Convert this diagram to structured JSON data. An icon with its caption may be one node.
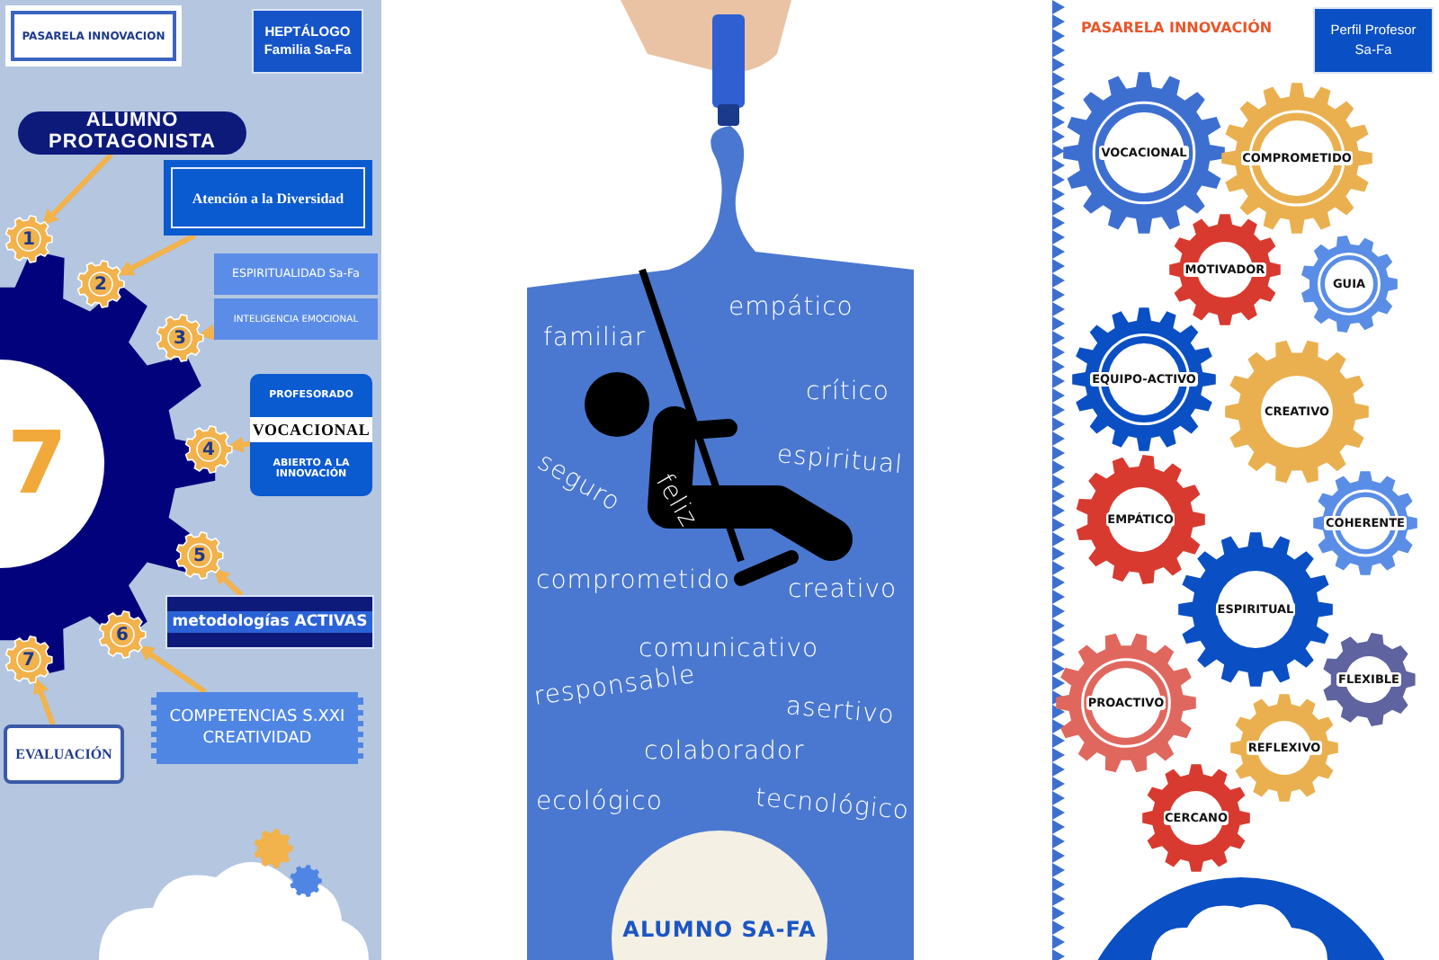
{
  "diagram": {
    "nodes": [
      {
        "text": [
          "PASARELA INNOVACION"
        ]
      },
      {
        "text": [
          "HEPTÁLOGO Familia Sa-Fa"
        ]
      },
      {
        "text": [
          "ALUMNO PROTAGONISTA"
        ]
      },
      {
        "text": [
          "Atención a la Diversidad"
        ]
      },
      {
        "text": [
          "1"
        ]
      },
      {
        "text": [
          "2"
        ]
      },
      {
        "text": [
          "ESPIRITUALIDAD Sa-Fa"
        ]
      },
      {
        "text": [
          "INTELIGENCIA EMOCIONAL"
        ]
      },
      {
        "text": [
          "3"
        ]
      },
      {
        "text": [
          "7"
        ]
      },
      {
        "text": [
          "PROFESORADO",
          "VOCACIONAL",
          "ABIERTO A LA INNOVACIÓN"
        ]
      },
      {
        "text": [
          "4"
        ]
      },
      {
        "text": [
          "5"
        ]
      },
      {
        "text": [
          "metodologías ACTIVAS"
        ]
      },
      {
        "text": [
          "6"
        ]
      },
      {
        "text": [
          "7"
        ]
      },
      {
        "text": [
          "COMPETENCIAS S.XXI CREATIVIDAD"
        ]
      },
      {
        "text": [
          "EVALUACIÓN"
        ]
      },
      {
        "text": [
          "ALUMNO SA-FA"
        ]
      },
      {
        "text": [
          "Perfil Profesor Sa-Fa"
        ]
      },
      {
        "text": [
          "VOCACIONAL"
        ]
      },
      {
        "text": [
          "COMPROMETIDO"
        ]
      },
      {
        "text": [
          "MOTIVADOR"
        ]
      },
      {
        "text": [
          "GUIA"
        ]
      },
      {
        "text": [
          "EQUIPO-ACTIVO"
        ]
      },
      {
        "text": [
          "CREATIVO"
        ]
      },
      {
        "text": [
          "EMPÁTICO"
        ]
      },
      {
        "text": [
          "COHERENTE"
        ]
      },
      {
        "text": [
          "ESPIRITUAL"
        ]
      },
      {
        "text": [
          "PROACTIVO"
        ]
      },
      {
        "text": [
          "FLEXIBLE"
        ]
      },
      {
        "text": [
          "REFLEXIVO"
        ]
      },
      {
        "text": [
          "CERCANO"
        ]
      }
    ],
    "edges": [
      {
        "from": 2,
        "to": 4,
        "arrow": "to"
      },
      {
        "from": 3,
        "to": 5,
        "arrow": "to"
      },
      {
        "from": 7,
        "to": 8,
        "arrow": "to"
      },
      {
        "from": 10,
        "to": 11,
        "arrow": "to"
      },
      {
        "from": 13,
        "to": 12,
        "arrow": "to"
      },
      {
        "from": 16,
        "to": 14,
        "arrow": "to"
      },
      {
        "from": 17,
        "to": 15,
        "arrow": "to"
      }
    ],
    "labels": [
      "empático",
      "familiar",
      "crítico",
      "espiritual",
      "seguro",
      "feliz",
      "comprometido",
      "creativo",
      "comunicativo",
      "responsable",
      "asertivo",
      "colaborador",
      "ecológico",
      "tecnológico",
      "PASARELA INNOVACIÓN"
    ]
  }
}
